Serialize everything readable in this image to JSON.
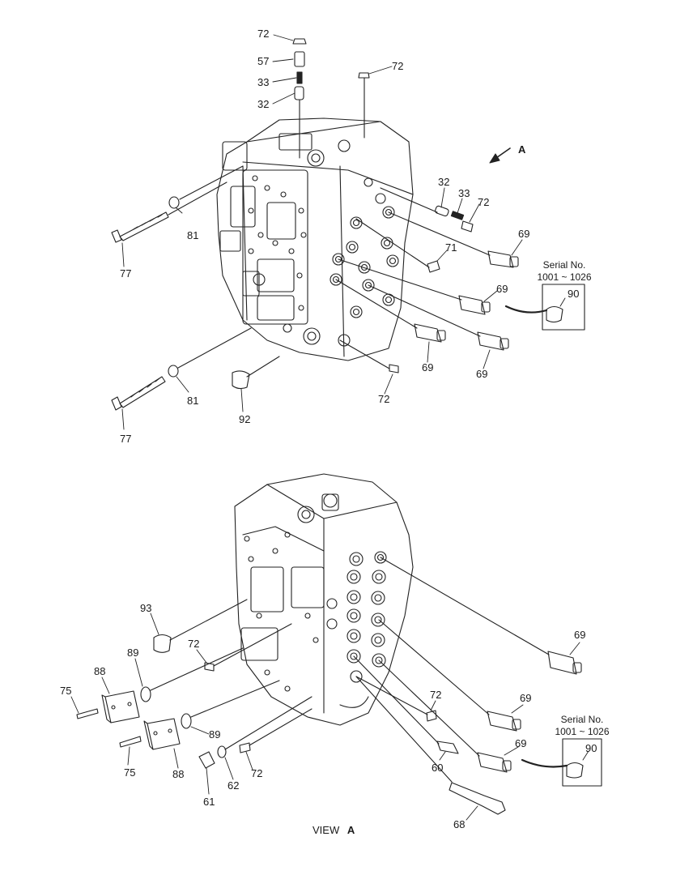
{
  "top_view": {
    "labels": {
      "l72a": "72",
      "l57": "57",
      "l33a": "33",
      "l32a": "32",
      "l72b": "72",
      "arrowA": "A",
      "l32b": "32",
      "l33b": "33",
      "l72c": "72",
      "l81a": "81",
      "l77a": "77",
      "l71": "71",
      "l69a": "69",
      "l69b": "69",
      "l69c": "69",
      "l69d": "69",
      "l81b": "81",
      "l92": "92",
      "l72d": "72",
      "l77b": "77",
      "l90": "90"
    },
    "serial": {
      "line1": "Serial No.",
      "line2": "1001 ~ 1026"
    }
  },
  "bottom_view": {
    "labels": {
      "l93": "93",
      "l72e": "72",
      "l89a": "89",
      "l88a": "88",
      "l75a": "75",
      "l69e": "69",
      "l69f": "69",
      "l72f": "72",
      "l69g": "69",
      "l89b": "89",
      "l75b": "75",
      "l88b": "88",
      "l60": "60",
      "l62": "62",
      "l72g": "72",
      "l61": "61",
      "l68": "68",
      "l90": "90"
    },
    "serial": {
      "line1": "Serial No.",
      "line2": "1001 ~ 1026"
    },
    "view_label": "VIEW",
    "view_letter": "A"
  }
}
